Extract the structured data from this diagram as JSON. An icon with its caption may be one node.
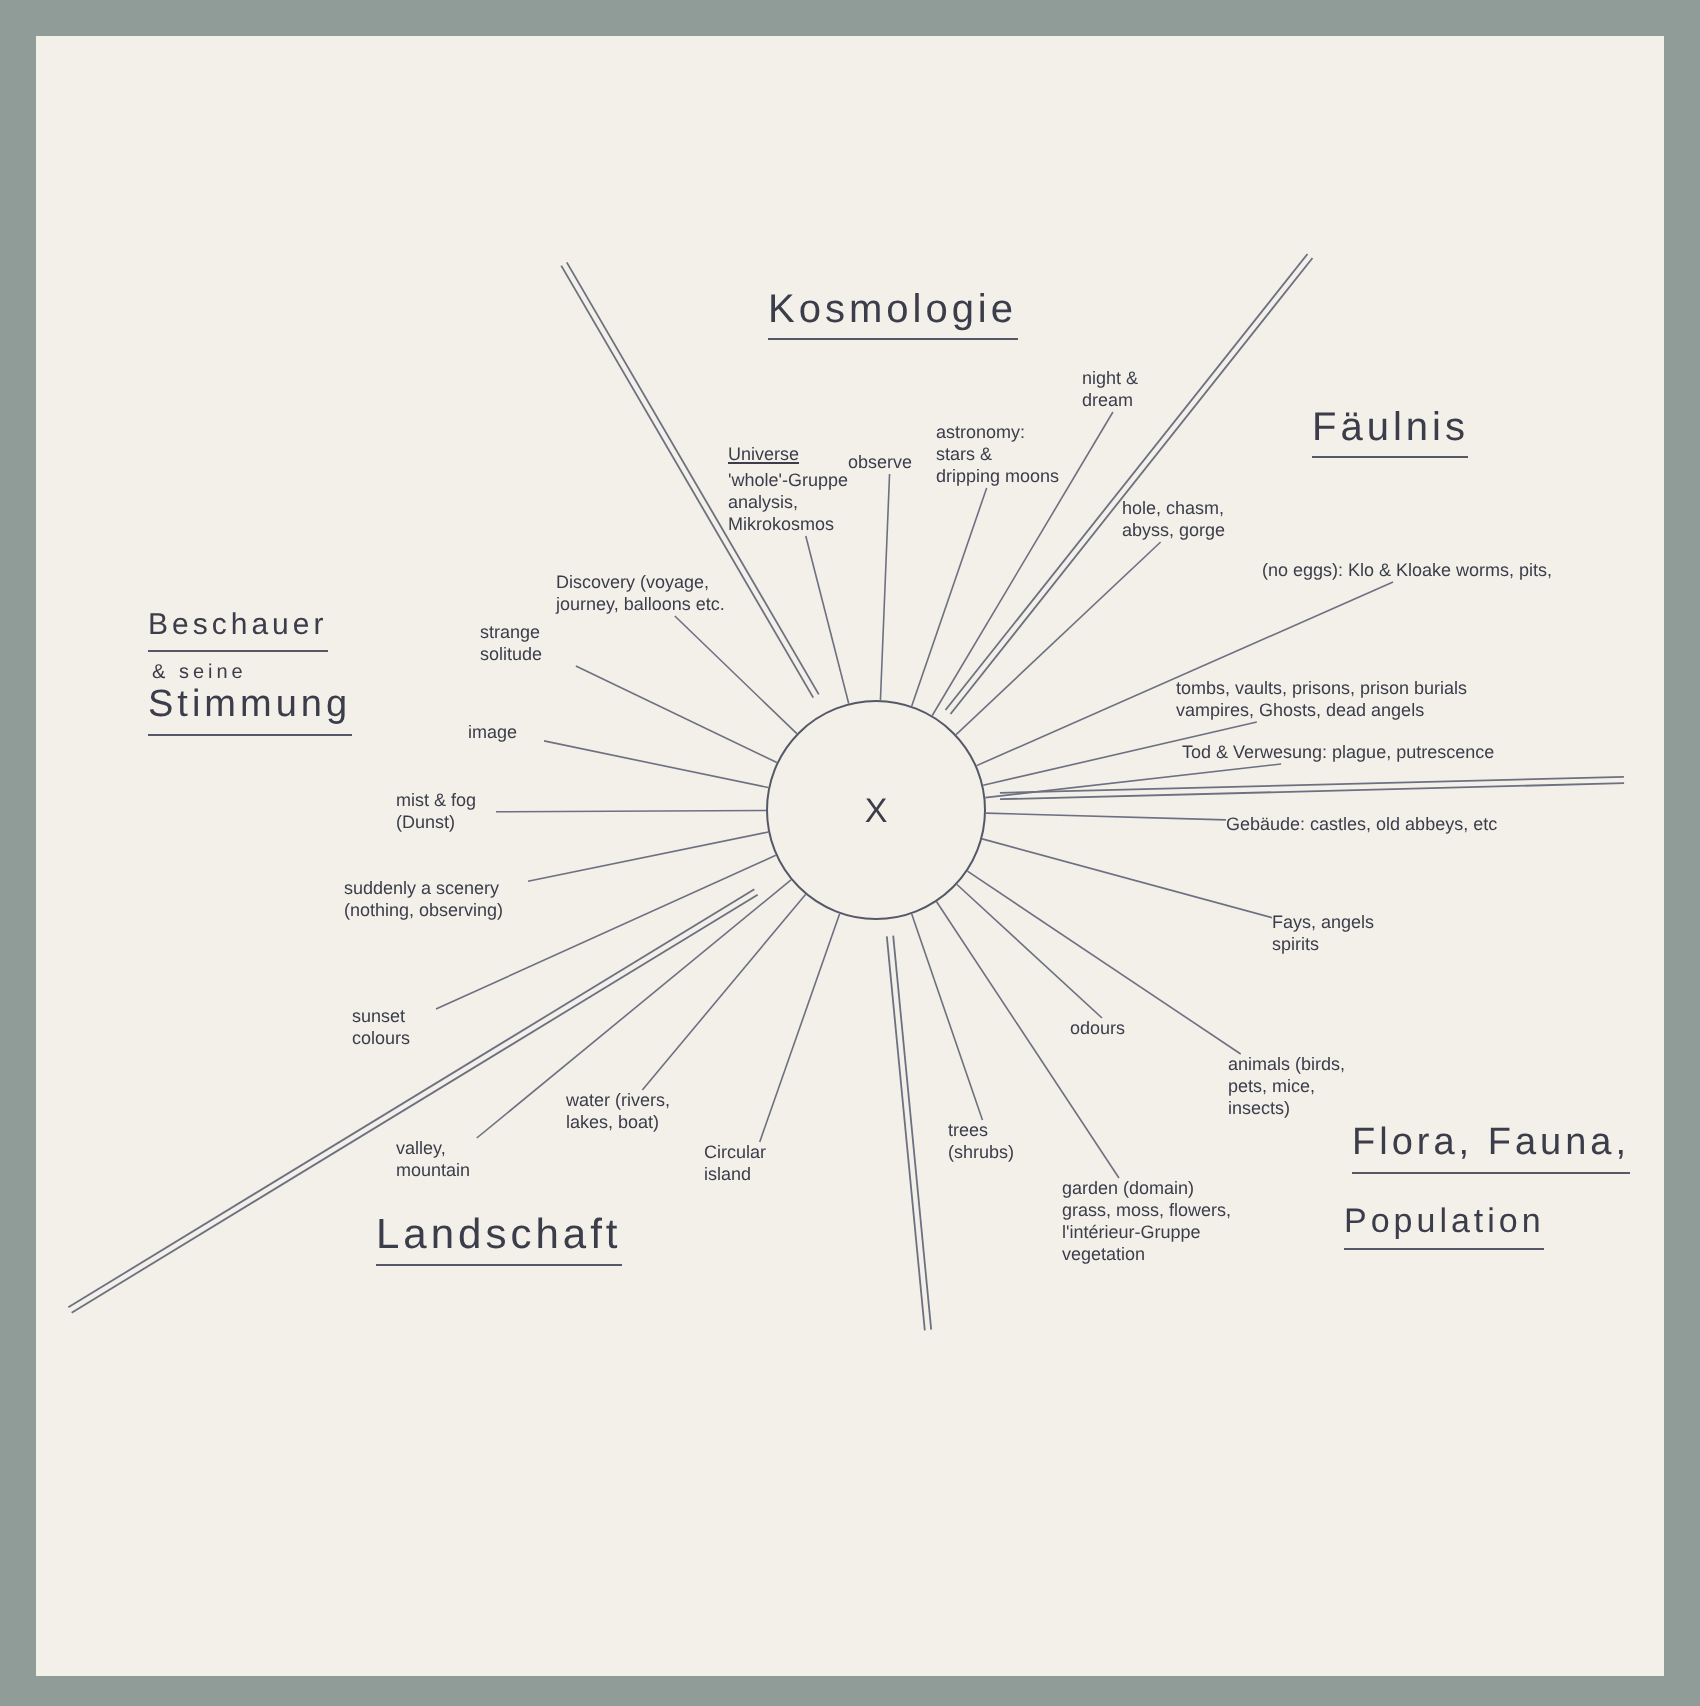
{
  "diagram": {
    "nodes": [
      {
        "text": [
          "X"
        ]
      },
      {
        "text": [
          "Universe",
          "'whole'-Gruppe analysis, Mikrokosmos"
        ]
      },
      {
        "text": [
          "observe"
        ]
      },
      {
        "text": [
          "astronomy: stars & dripping moons"
        ]
      },
      {
        "text": [
          "night & dream"
        ]
      },
      {
        "text": [
          "hole, chasm, abyss, gorge"
        ]
      },
      {
        "text": [
          "(no eggs): Klo & Kloake worms, pits,"
        ]
      },
      {
        "text": [
          "tombs, vaults, prisons, prison burials vampires, Ghosts, dead angels"
        ]
      },
      {
        "text": [
          "Tod & Verwesung: plague, putrescence"
        ]
      },
      {
        "text": [
          "Gebäude: castles, old abbeys, etc"
        ]
      },
      {
        "text": [
          "Fays, angels spirits"
        ]
      },
      {
        "text": [
          "animals (birds, pets, mice, insects)"
        ]
      },
      {
        "text": [
          "odours"
        ]
      },
      {
        "text": [
          "garden (domain) grass, moss, flowers, l'intérieur-Gruppe vegetation"
        ]
      },
      {
        "text": [
          "trees (shrubs)"
        ]
      },
      {
        "text": [
          "Circular island"
        ]
      },
      {
        "text": [
          "water (rivers, lakes, boat)"
        ]
      },
      {
        "text": [
          "valley, mountain"
        ]
      },
      {
        "text": [
          "sunset colours"
        ]
      },
      {
        "text": [
          "suddenly a scenery (nothing, observing)"
        ]
      },
      {
        "text": [
          "mist & fog (Dunst)"
        ]
      },
      {
        "text": [
          "image"
        ]
      },
      {
        "text": [
          "strange solitude"
        ]
      },
      {
        "text": [
          "Discovery (voyage, journey, balloons etc."
        ]
      }
    ],
    "edges": [
      {
        "from": 0,
        "to": 1,
        "arrow": "none"
      },
      {
        "from": 0,
        "to": 2,
        "arrow": "none"
      },
      {
        "from": 0,
        "to": 3,
        "arrow": "none"
      },
      {
        "from": 0,
        "to": 4,
        "arrow": "none"
      },
      {
        "from": 0,
        "to": 5,
        "arrow": "none"
      },
      {
        "from": 0,
        "to": 6,
        "arrow": "none"
      },
      {
        "from": 0,
        "to": 7,
        "arrow": "none"
      },
      {
        "from": 0,
        "to": 8,
        "arrow": "none"
      },
      {
        "from": 0,
        "to": 9,
        "arrow": "none"
      },
      {
        "from": 0,
        "to": 10,
        "arrow": "none"
      },
      {
        "from": 0,
        "to": 11,
        "arrow": "none"
      },
      {
        "from": 0,
        "to": 12,
        "arrow": "none"
      },
      {
        "from": 0,
        "to": 13,
        "arrow": "none"
      },
      {
        "from": 0,
        "to": 14,
        "arrow": "none"
      },
      {
        "from": 0,
        "to": 15,
        "arrow": "none"
      },
      {
        "from": 0,
        "to": 16,
        "arrow": "none"
      },
      {
        "from": 0,
        "to": 17,
        "arrow": "none"
      },
      {
        "from": 0,
        "to": 18,
        "arrow": "none"
      },
      {
        "from": 0,
        "to": 19,
        "arrow": "none"
      },
      {
        "from": 0,
        "to": 20,
        "arrow": "none"
      },
      {
        "from": 0,
        "to": 21,
        "arrow": "none"
      },
      {
        "from": 0,
        "to": 22,
        "arrow": "none"
      },
      {
        "from": 0,
        "to": 23,
        "arrow": "none"
      }
    ],
    "labels": [
      "Kosmologie",
      "Fäulnis",
      "Beschauer",
      "& seine",
      "Stimmung",
      "Landschaft",
      "Flora, Fauna,",
      "Population"
    ]
  }
}
